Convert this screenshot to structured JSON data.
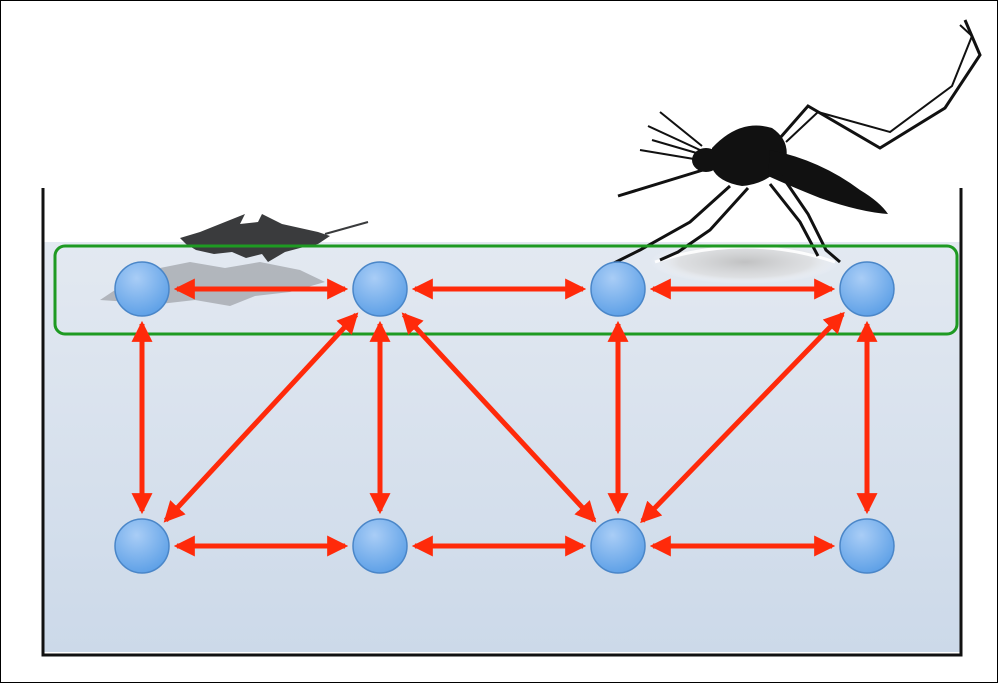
{
  "colors": {
    "water_top": "#e3e9f1",
    "water_bottom": "#ccd9e9",
    "container_wall": "#111111",
    "surface_highlight": "#1e9a22",
    "node_fill": "#5a9ee6",
    "node_fill_light": "#a9cdf6",
    "node_stroke": "#4a86c8",
    "arrow": "#ff2a0a",
    "insect": "#111111"
  },
  "icons": {
    "leaf": "maple-leaf-icon",
    "mosquito": "mosquito-icon"
  },
  "nodes": [
    {
      "id": "n1",
      "row": "surface"
    },
    {
      "id": "n2",
      "row": "surface"
    },
    {
      "id": "n3",
      "row": "surface"
    },
    {
      "id": "n4",
      "row": "surface"
    },
    {
      "id": "n5",
      "row": "below"
    },
    {
      "id": "n6",
      "row": "below"
    },
    {
      "id": "n7",
      "row": "below"
    },
    {
      "id": "n8",
      "row": "below"
    }
  ],
  "edges": [
    {
      "from": "n1",
      "to": "n2",
      "bidirectional": true
    },
    {
      "from": "n2",
      "to": "n3",
      "bidirectional": true
    },
    {
      "from": "n3",
      "to": "n4",
      "bidirectional": true
    },
    {
      "from": "n5",
      "to": "n6",
      "bidirectional": true
    },
    {
      "from": "n6",
      "to": "n7",
      "bidirectional": true
    },
    {
      "from": "n7",
      "to": "n8",
      "bidirectional": true
    },
    {
      "from": "n1",
      "to": "n5",
      "bidirectional": true
    },
    {
      "from": "n2",
      "to": "n6",
      "bidirectional": true
    },
    {
      "from": "n3",
      "to": "n7",
      "bidirectional": true
    },
    {
      "from": "n4",
      "to": "n8",
      "bidirectional": true
    },
    {
      "from": "n2",
      "to": "n5",
      "bidirectional": true
    },
    {
      "from": "n2",
      "to": "n7",
      "bidirectional": true
    },
    {
      "from": "n4",
      "to": "n7",
      "bidirectional": true
    }
  ]
}
